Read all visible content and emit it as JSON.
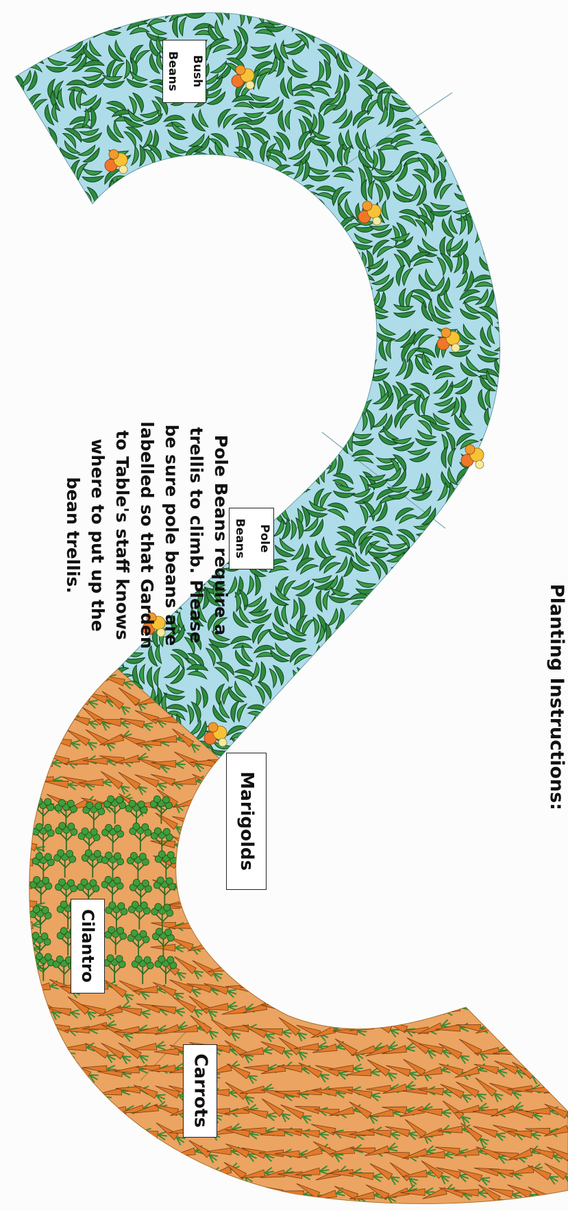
{
  "title": "Planting Instructions:",
  "note_lines": [
    "Pole Beans require a",
    "trellis to climb. Please",
    "be sure pole beans are",
    "labelled so that Garden",
    "to Table's staff knows",
    "where to put up the",
    "bean trellis."
  ],
  "labels": {
    "bush_beans": [
      "Bush",
      "Beans"
    ],
    "pole_beans": [
      "Pole",
      "Beans"
    ],
    "marigolds": "Marigolds",
    "cilantro": "Cilantro",
    "carrots": "Carrots"
  },
  "colors": {
    "bean_bed": "#aedde9",
    "soil_bed": "#eba462",
    "bean_leaf": "#2e8a3e",
    "carrot": "#e27a2a",
    "carrot_top": "#3c8a34",
    "cilantro": "#3f9e3a",
    "marigold_orange": "#f2762a",
    "marigold_yellow": "#f8c236"
  },
  "icons": [
    "bean-plant-icon",
    "carrot-icon",
    "cilantro-icon",
    "marigold-icon"
  ]
}
